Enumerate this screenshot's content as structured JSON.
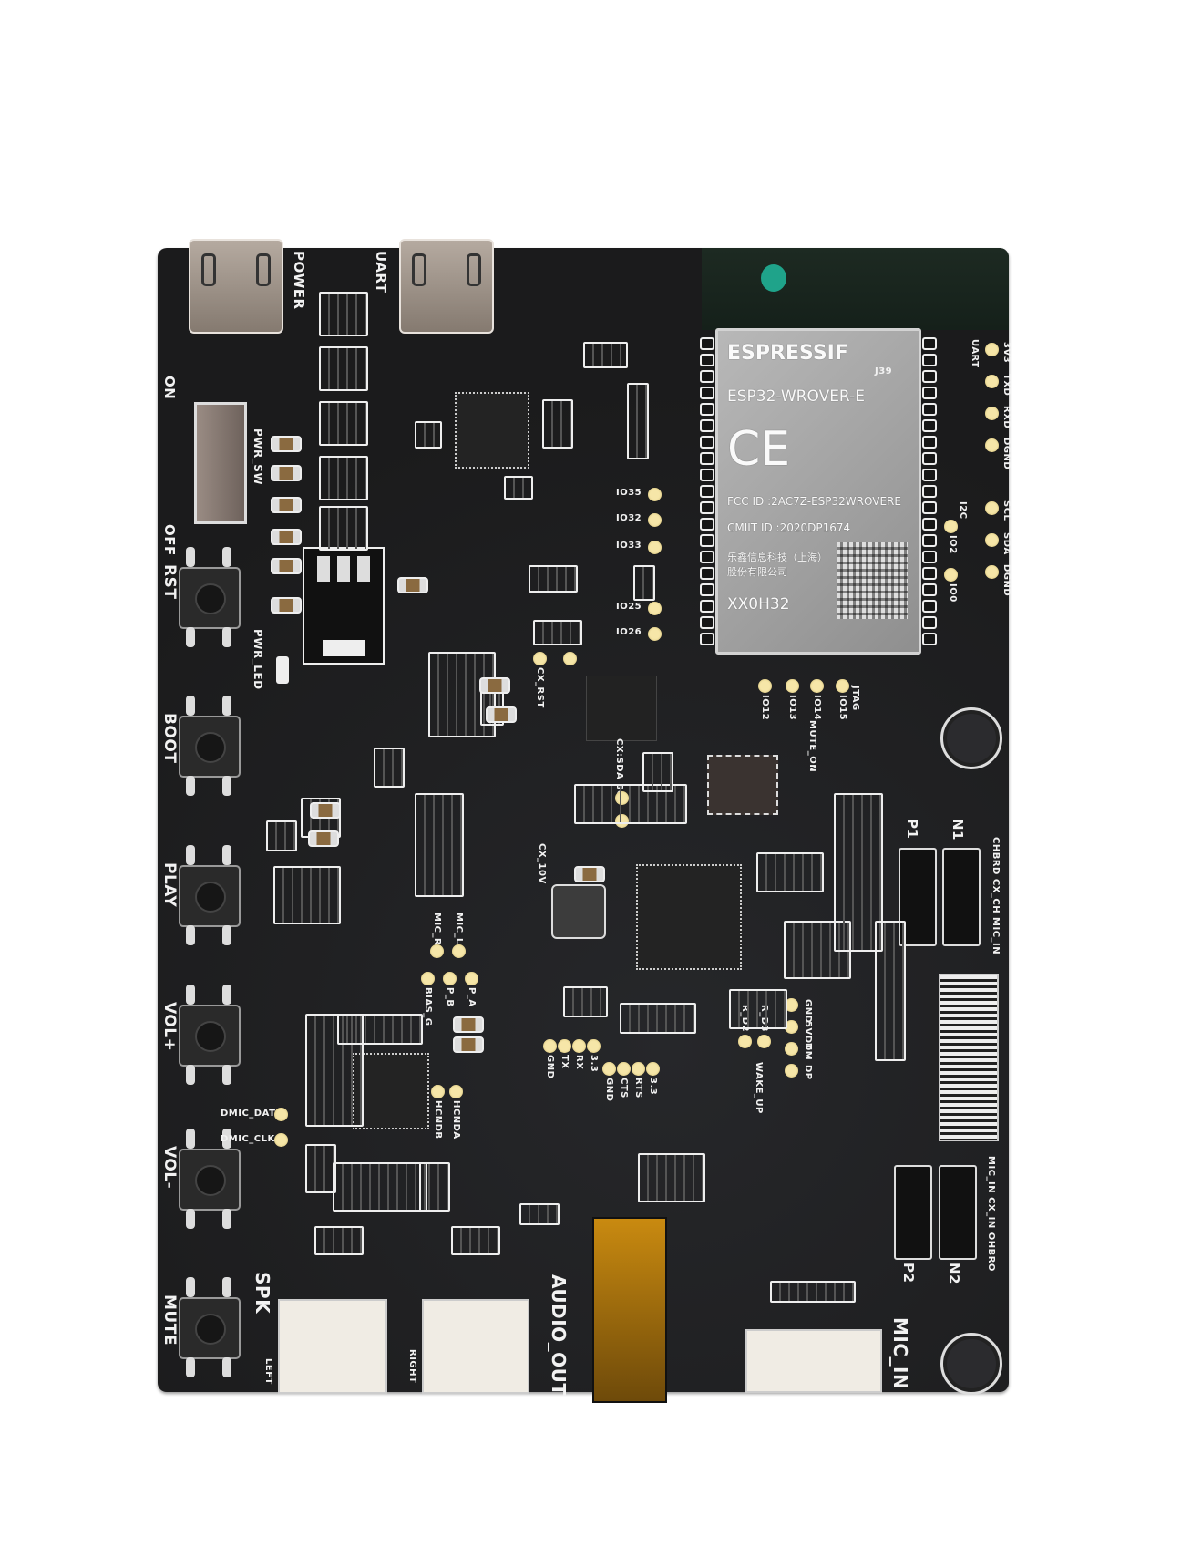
{
  "board": {
    "colors": {
      "pcb": "#1c1c1d",
      "silkscreen": "#f2f2f2",
      "pad_gold": "#f6e6a8",
      "module_shield": "#a8a8a8",
      "jack_kapton": "#c98a10"
    },
    "connectors": {
      "power": "POWER",
      "uart": "UART"
    },
    "switch": {
      "on": "ON",
      "off": "OFF",
      "label": "PWR_SW"
    },
    "pwr_led": "PWR_LED",
    "buttons": [
      "RST",
      "BOOT",
      "PLAY",
      "VOL+",
      "VOL-",
      "MUTE"
    ],
    "module": {
      "brand": "ESPRESSIF",
      "model": "ESP32-WROVER-E",
      "ce": "CE",
      "fcc": "FCC ID :2AC7Z-ESP32WROVERE",
      "cmiit": "CMIIT ID :2020DP1674",
      "maker_line1": "乐鑫信息科技（上海）",
      "maker_line2": "股份有限公司",
      "lot": "XX0H32",
      "ref": "J39"
    },
    "io_pads": [
      "IO35",
      "IO32",
      "IO33",
      "IO25",
      "IO26"
    ],
    "cx_labels": {
      "rst": "CX_RST",
      "i2c": "CX:SDA SCL",
      "vol": "CX_10V"
    },
    "jtag": {
      "title": "JTAG",
      "pins": [
        "IO12",
        "IO13",
        "IO14",
        "IO15"
      ],
      "mute_on": "MUTE_ON"
    },
    "uart_header": {
      "title": "UART",
      "pins": [
        "3V3",
        "TXD",
        "RXD",
        "DGND"
      ]
    },
    "i2c_header": {
      "title": "I2C",
      "pins": [
        "SCL",
        "SDA",
        "DGND"
      ]
    },
    "boot_pads": [
      "IO2",
      "IO0"
    ],
    "jumpers_top": {
      "p": "P1",
      "n": "N1",
      "label": "CHBRD CX_CH MIC_IN"
    },
    "jumpers_bottom": {
      "p": "P2",
      "n": "N2",
      "label": "MIC_IN CX_IN OHBRO"
    },
    "usb_pads": [
      "GND",
      "5VDT",
      "DM",
      "DP"
    ],
    "uart_pads_a": [
      "GND",
      "TX",
      "RX",
      "3.3"
    ],
    "uart_pads_b": [
      "GND",
      "CTS",
      "RTS",
      "3.3"
    ],
    "wake_up": "WAKE_UP",
    "rd_pads": [
      "R_D2",
      "R_D3"
    ],
    "mic_pads": [
      "MIC_R",
      "MIC_L"
    ],
    "bias_pads": [
      "BIAS_G",
      "P_B",
      "P_A"
    ],
    "hcnd_pads": [
      "HCNDB",
      "HCNDA"
    ],
    "dmic": [
      "DMIC_DAT",
      "DMIC_CLK"
    ],
    "audio": {
      "spk": "SPK",
      "left": "LEFT",
      "right": "RIGHT",
      "audio_out": "AUDIO_OUT",
      "mic_in": "MIC_IN"
    }
  }
}
